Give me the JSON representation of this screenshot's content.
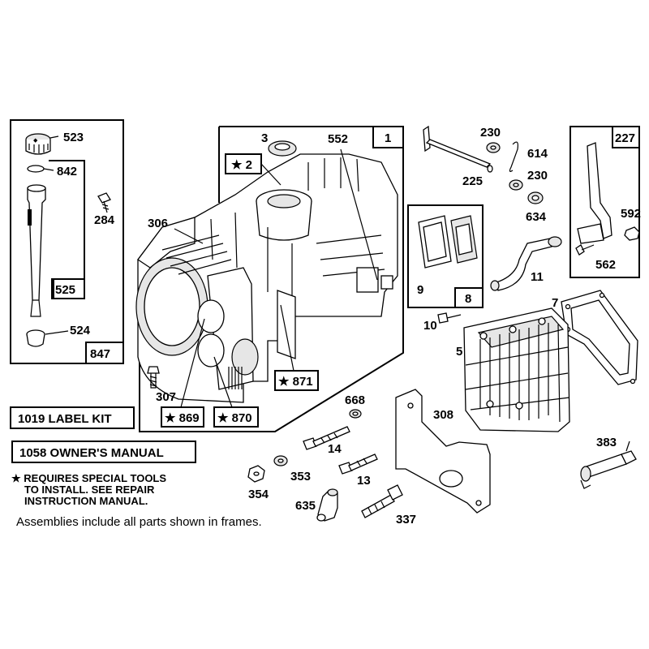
{
  "labels": {
    "p523": "523",
    "p842": "842",
    "p284": "284",
    "p525": "525",
    "p524": "524",
    "p847": "847",
    "p3": "3",
    "p552": "552",
    "p1": "1",
    "p2": "★ 2",
    "p306": "306",
    "p871": "★ 871",
    "p869": "★ 869",
    "p870": "★ 870",
    "p307": "307",
    "p230a": "230",
    "p614": "614",
    "p225": "225",
    "p230b": "230",
    "p634": "634",
    "p227": "227",
    "p592": "592",
    "p562": "562",
    "p9": "9",
    "p8": "8",
    "p11": "11",
    "p7": "7",
    "p10": "10",
    "p5": "5",
    "p668": "668",
    "p308": "308",
    "p14": "14",
    "p353": "353",
    "p13": "13",
    "p354": "354",
    "p635": "635",
    "p337": "337",
    "p383": "383"
  },
  "boxes": {
    "label_kit": "1019 LABEL KIT",
    "owners_manual": "1058 OWNER'S MANUAL"
  },
  "notes": {
    "special_tools_line1": "★ REQUIRES SPECIAL TOOLS",
    "special_tools_line2": "TO INSTALL.  SEE REPAIR",
    "special_tools_line3": "INSTRUCTION MANUAL.",
    "assemblies": "Assemblies include all parts shown in frames."
  }
}
